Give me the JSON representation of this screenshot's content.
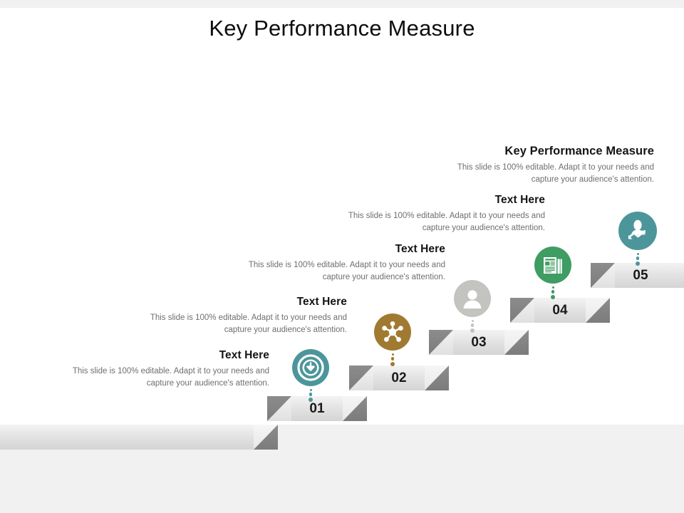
{
  "slide": {
    "title": "Key Performance Measure",
    "theme": {
      "teal": "#4c969b",
      "bronze": "#a07a31",
      "gray": "#c3c4bf",
      "green": "#3f9c63",
      "step_light": "#e6e6e6",
      "step_dark": "#828282",
      "body_text": "#6f6f6f",
      "heading_text": "#141414",
      "canvas": "#ffffff",
      "band": "#f1f1f1"
    }
  },
  "steps": [
    {
      "number": "01",
      "icon": "download-arrow-icon",
      "color": "#4c969b"
    },
    {
      "number": "02",
      "icon": "network-hub-icon",
      "color": "#a07a31"
    },
    {
      "number": "03",
      "icon": "user-person-icon",
      "color": "#c3c4bf"
    },
    {
      "number": "04",
      "icon": "newspaper-document-icon",
      "color": "#3f9c63"
    },
    {
      "number": "05",
      "icon": "person-growth-chart-icon",
      "color": "#4c969b"
    }
  ],
  "text_blocks": [
    {
      "heading": "Text Here",
      "body": "This slide is 100% editable. Adapt it to your needs and capture your audience's attention."
    },
    {
      "heading": "Text Here",
      "body": "This slide is 100% editable. Adapt it to your needs and capture your audience's attention."
    },
    {
      "heading": "Text Here",
      "body": "This slide is 100% editable. Adapt it to your needs and capture your audience's attention."
    },
    {
      "heading": "Text Here",
      "body": "This slide is 100% editable. Adapt it to your needs and capture your audience's attention."
    },
    {
      "heading": "Key Performance Measure",
      "body": "This slide is 100% editable. Adapt it to your needs and capture your audience's attention."
    }
  ]
}
